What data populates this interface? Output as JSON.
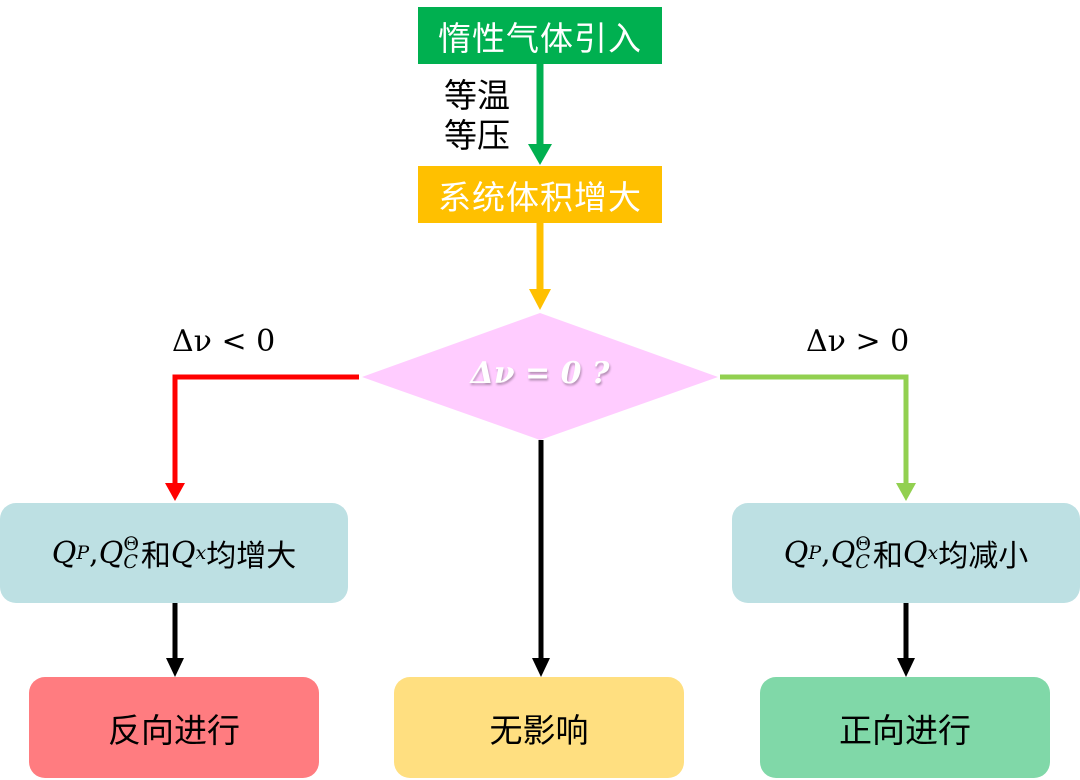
{
  "nodes": {
    "inert_gas": "惰性气体引入",
    "condition": "等温\n等压",
    "condition_line1": "等温",
    "condition_line2": "等压",
    "volume_increase": "系统体积增大",
    "decision": "Δν = 0 ?",
    "branch_left_label": "Δν < 0",
    "branch_right_label": "Δν > 0",
    "left_box": {
      "q1": "Q",
      "q1_sub": "P",
      "q2": "Q",
      "q2_sup": "Θ",
      "q2_sub": "C",
      "conj": "和",
      "q3": "Q",
      "q3_sub": "x",
      "tail": "均增大"
    },
    "right_box": {
      "q1": "Q",
      "q1_sub": "P",
      "q2": "Q",
      "q2_sup": "Θ",
      "q2_sub": "C",
      "conj": "和",
      "q3": "Q",
      "q3_sub": "x",
      "tail": "均减小"
    },
    "result_reverse": "反向进行",
    "result_none": "无影响",
    "result_forward": "正向进行"
  },
  "colors": {
    "inert_gas": "#00b050",
    "volume": "#ffc000",
    "decision": "#ffccff",
    "left_arrow": "#ff0000",
    "right_arrow": "#92d050",
    "q_box": "#bde0e3",
    "reverse": "#ff7c80",
    "none": "#ffdf80",
    "forward": "#80d8a8"
  }
}
